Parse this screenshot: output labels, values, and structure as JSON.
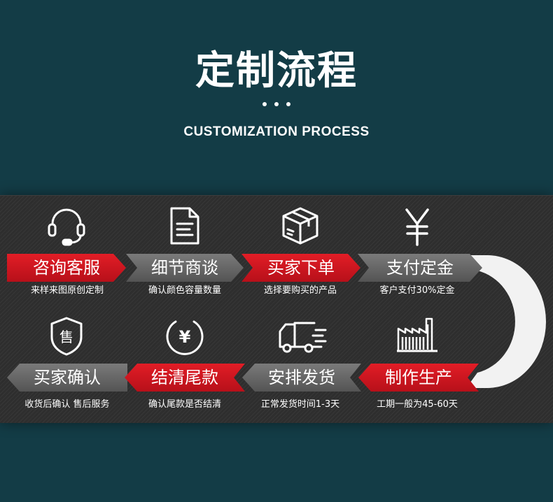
{
  "header": {
    "title": "定制流程",
    "subtitle": "CUSTOMIZATION PROCESS"
  },
  "colors": {
    "background": "#133c46",
    "red": "#e21d26",
    "gray": "#666666",
    "panel": "#2e2e2e"
  },
  "steps_top": [
    {
      "label": "咨询客服",
      "desc": "来样来图原创定制",
      "icon": "headset-icon",
      "style": "red"
    },
    {
      "label": "细节商谈",
      "desc": "确认颜色容量数量",
      "icon": "document-icon",
      "style": "gray"
    },
    {
      "label": "买家下单",
      "desc": "选择要购买的产品",
      "icon": "package-icon",
      "style": "red"
    },
    {
      "label": "支付定金",
      "desc": "客户支付30%定金",
      "icon": "yen-icon",
      "style": "gray"
    }
  ],
  "steps_bottom": [
    {
      "label": "买家确认",
      "desc": "收货后确认 售后服务",
      "icon": "shield-icon",
      "style": "gray"
    },
    {
      "label": "结清尾款",
      "desc": "确认尾款是否结清",
      "icon": "yen-circle-icon",
      "style": "red"
    },
    {
      "label": "安排发货",
      "desc": "正常发货时间1-3天",
      "icon": "truck-icon",
      "style": "gray"
    },
    {
      "label": "制作生产",
      "desc": "工期一般为45-60天",
      "icon": "factory-icon",
      "style": "red"
    }
  ],
  "icons": {
    "shield_char": "售",
    "yen_char": "¥"
  }
}
